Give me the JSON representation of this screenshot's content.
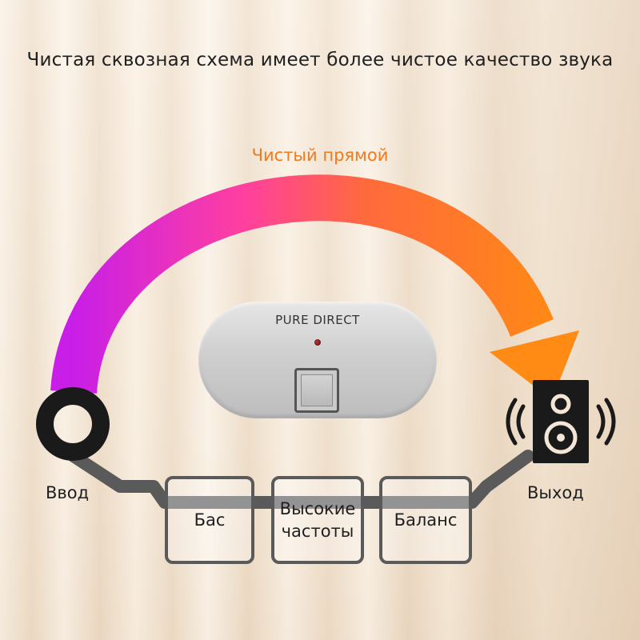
{
  "title": "Чистая сквозная схема имеет более чистое качество звука",
  "arc_label": "Чистый прямой",
  "panel": {
    "label": "PURE DIRECT"
  },
  "input": {
    "label": "Ввод"
  },
  "output": {
    "label": "Выход"
  },
  "blocks": [
    {
      "label": "Бас"
    },
    {
      "label": "Высокие частоты"
    },
    {
      "label": "Баланс"
    }
  ],
  "colors": {
    "arc_start": "#c81ee8",
    "arc_mid": "#ff5a6e",
    "arc_end": "#ff8a14",
    "arc_label": "#f07a1e",
    "path": "#5a5a5a",
    "jack": "#1a1a1a"
  }
}
